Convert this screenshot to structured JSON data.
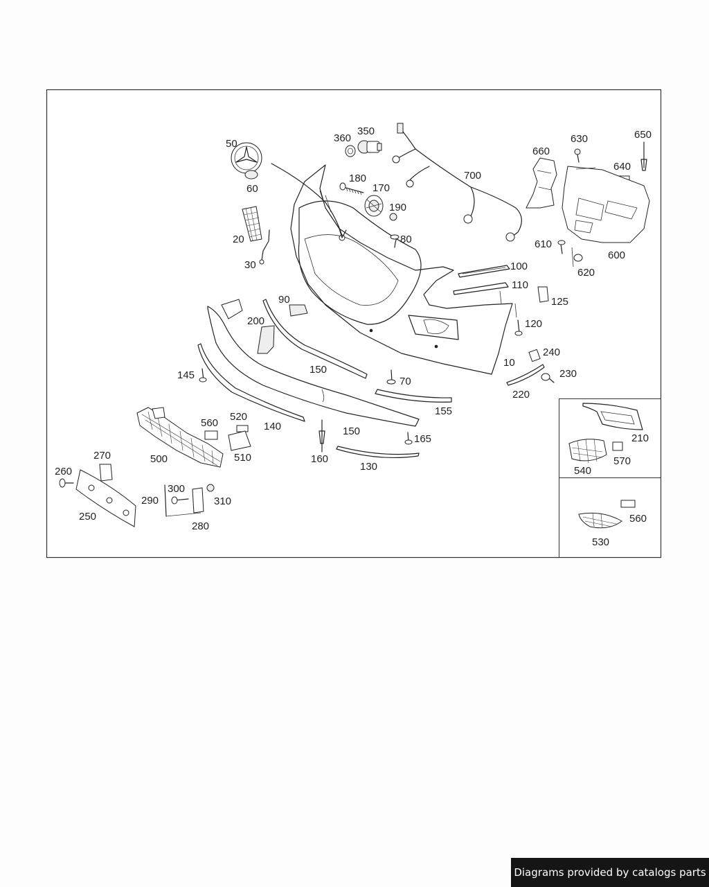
{
  "footer_text": "Diagrams provided by catalogs parts",
  "parts": {
    "p10": "10",
    "p20": "20",
    "p30": "30",
    "p50": "50",
    "p60": "60",
    "p70": "70",
    "p80": "80",
    "p90": "90",
    "p100": "100",
    "p110": "110",
    "p120": "120",
    "p125": "125",
    "p130": "130",
    "p140": "140",
    "p145": "145",
    "p150a": "150",
    "p150b": "150",
    "p155": "155",
    "p160": "160",
    "p165": "165",
    "p170": "170",
    "p180": "180",
    "p190": "190",
    "p200": "200",
    "p210": "210",
    "p220": "220",
    "p230": "230",
    "p240": "240",
    "p250": "250",
    "p260": "260",
    "p270": "270",
    "p280": "280",
    "p290": "290",
    "p300": "300",
    "p310": "310",
    "p350": "350",
    "p360": "360",
    "p500": "500",
    "p510": "510",
    "p520": "520",
    "p530": "530",
    "p540": "540",
    "p560a": "560",
    "p560b": "560",
    "p570": "570",
    "p600": "600",
    "p610": "610",
    "p620": "620",
    "p630": "630",
    "p640": "640",
    "p650": "650",
    "p660": "660",
    "p700": "700"
  }
}
